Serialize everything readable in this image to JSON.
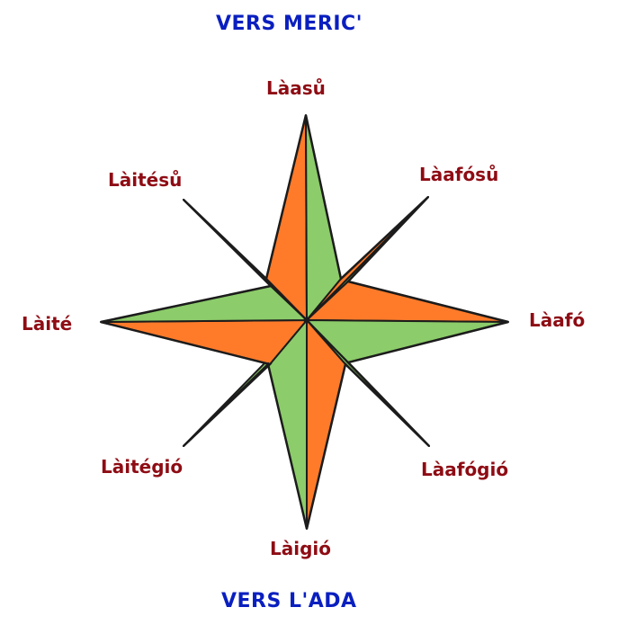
{
  "headings": {
    "top": "VERS MERIC'",
    "bottom": "VERS L'ADA"
  },
  "directions": {
    "n": "Làasů",
    "ne": "Làafósů",
    "e": "Làafó",
    "se": "Làafógió",
    "s": "Làigió",
    "sw": "Làitégió",
    "w": "Làité",
    "nw": "Làitésů"
  },
  "colors": {
    "heading": "#0a1fbf",
    "direction_label": "#8e0c14",
    "orange_face": "#ff7b2a",
    "green_face": "#8ccc6a",
    "outline": "#1c1c1c"
  }
}
